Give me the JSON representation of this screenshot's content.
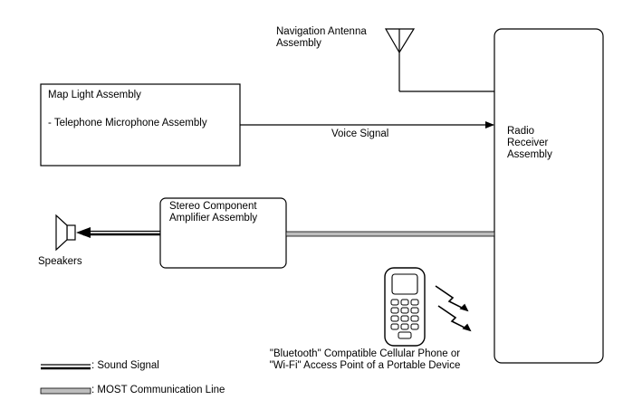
{
  "components": {
    "navigation_antenna": [
      "Navigation Antenna",
      "Assembly"
    ],
    "map_light": {
      "title": "Map Light Assembly",
      "sub": "- Telephone Microphone Assembly"
    },
    "radio_receiver": [
      "Radio",
      "Receiver",
      "Assembly"
    ],
    "stereo_amplifier": [
      "Stereo Component",
      "Amplifier Assembly"
    ],
    "speakers": "Speakers",
    "phone": [
      "\"Bluetooth\" Compatible Cellular Phone or",
      "\"Wi-Fi\" Access Point of a Portable Device"
    ]
  },
  "signals": {
    "voice": "Voice Signal"
  },
  "legend": {
    "sound": ": Sound Signal",
    "most": ": MOST Communication Line"
  },
  "colors": {
    "line": "#000000",
    "most_fill": "#bdbdbd",
    "background": "#ffffff"
  }
}
